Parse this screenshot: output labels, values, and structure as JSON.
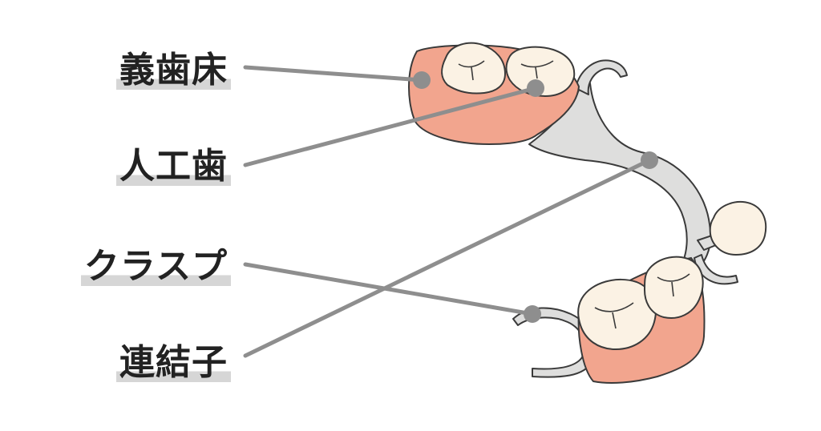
{
  "labels": {
    "denture_base": "義歯床",
    "artificial_tooth": "人工歯",
    "clasp": "クラスプ",
    "connector": "連結子"
  },
  "colors": {
    "gum_pink": "#f2a58e",
    "tooth_fill": "#fbf2e4",
    "metal_fill": "#dededd",
    "outline": "#3a3a3a",
    "leader_line": "#8e8e8e",
    "label_text": "#222222",
    "label_underline": "#d6d6d6"
  }
}
